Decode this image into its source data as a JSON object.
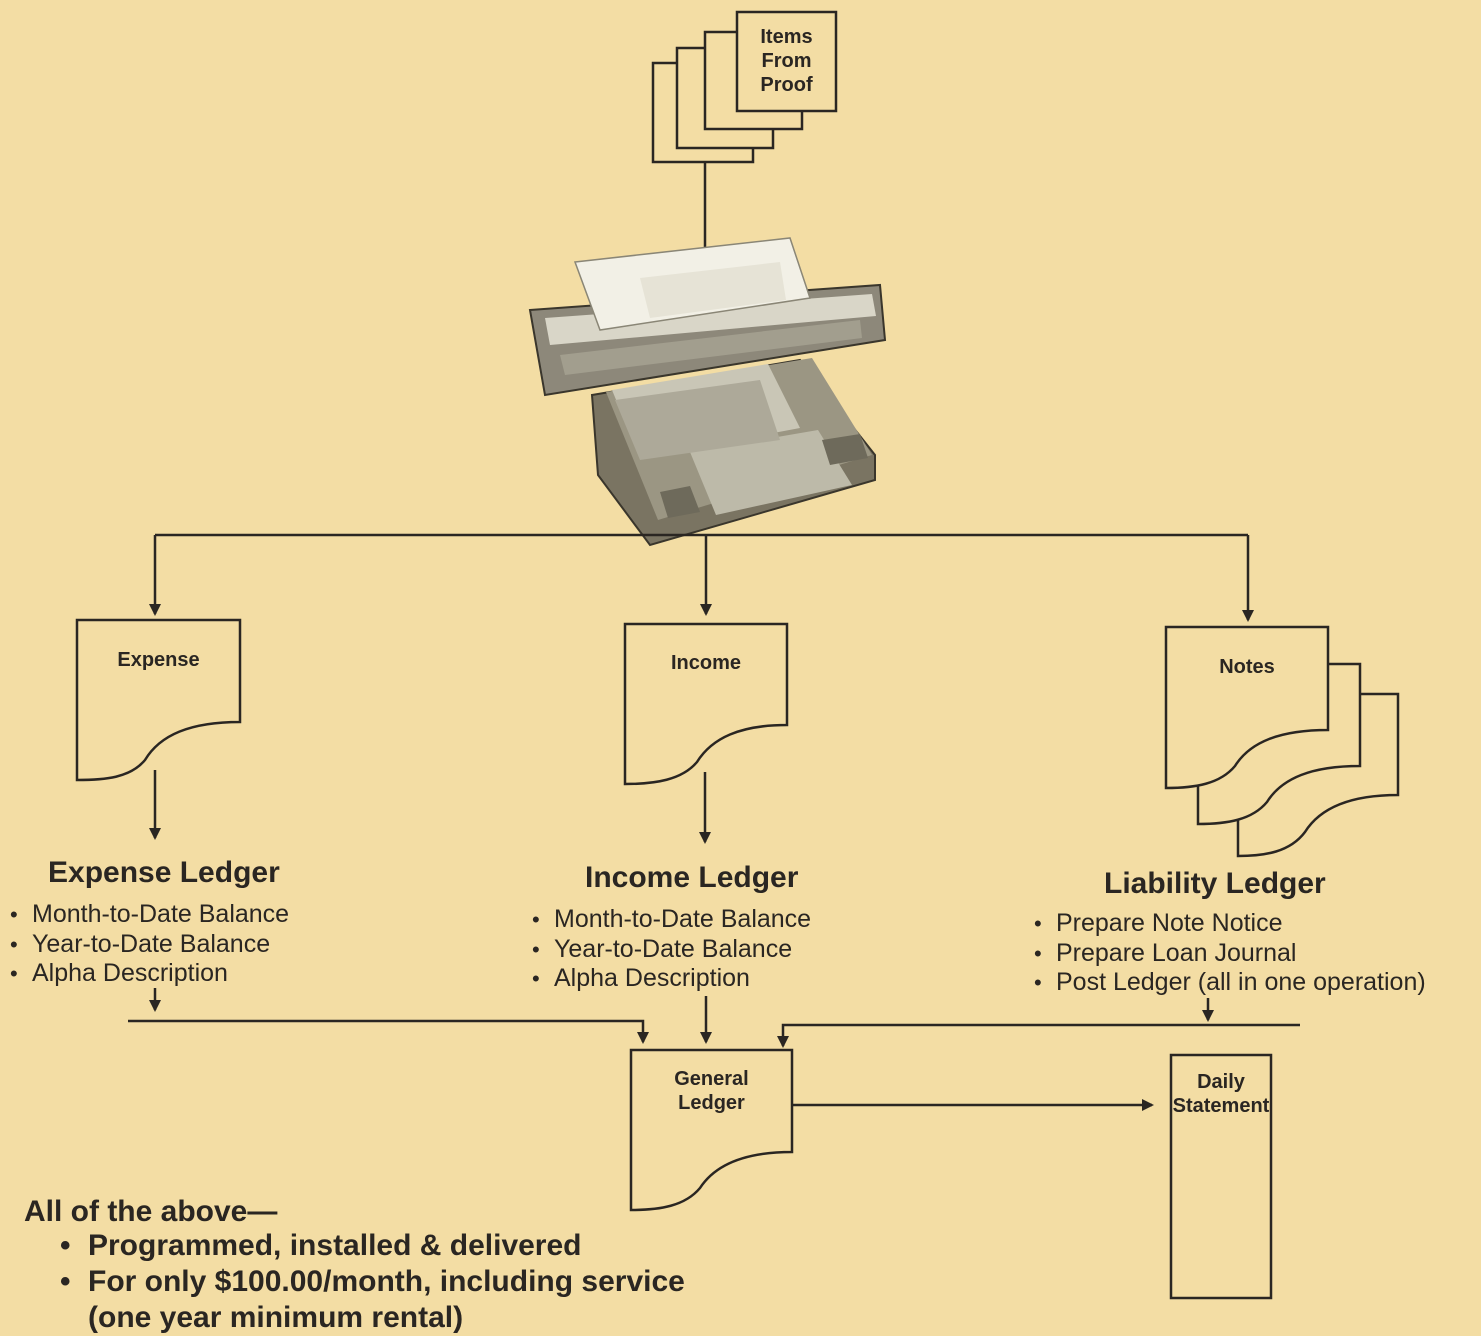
{
  "documents": {
    "items_from_proof": [
      "Items",
      "From",
      "Proof"
    ],
    "expense": "Expense",
    "income": "Income",
    "notes": "Notes",
    "general_ledger": [
      "General",
      "Ledger"
    ],
    "daily_statement": [
      "Daily",
      "Statement"
    ]
  },
  "machine": {
    "icon": "accounting-machine-icon"
  },
  "ledgers": {
    "expense": {
      "title": "Expense Ledger",
      "items": [
        "Month-to-Date Balance",
        "Year-to-Date Balance",
        "Alpha Description"
      ]
    },
    "income": {
      "title": "Income Ledger",
      "items": [
        "Month-to-Date Balance",
        "Year-to-Date Balance",
        "Alpha Description"
      ]
    },
    "liability": {
      "title": "Liability Ledger",
      "items": [
        "Prepare Note Notice",
        "Prepare Loan Journal",
        "Post Ledger (all in one operation)"
      ]
    }
  },
  "footer": {
    "heading": "All of the above—",
    "items": [
      "Programmed, installed & delivered",
      "For only $100.00/month, including service",
      "(one year minimum rental)"
    ]
  },
  "colors": {
    "background": "#f3dda4",
    "ink": "#2a2622",
    "paper": "#f5f2e9"
  }
}
